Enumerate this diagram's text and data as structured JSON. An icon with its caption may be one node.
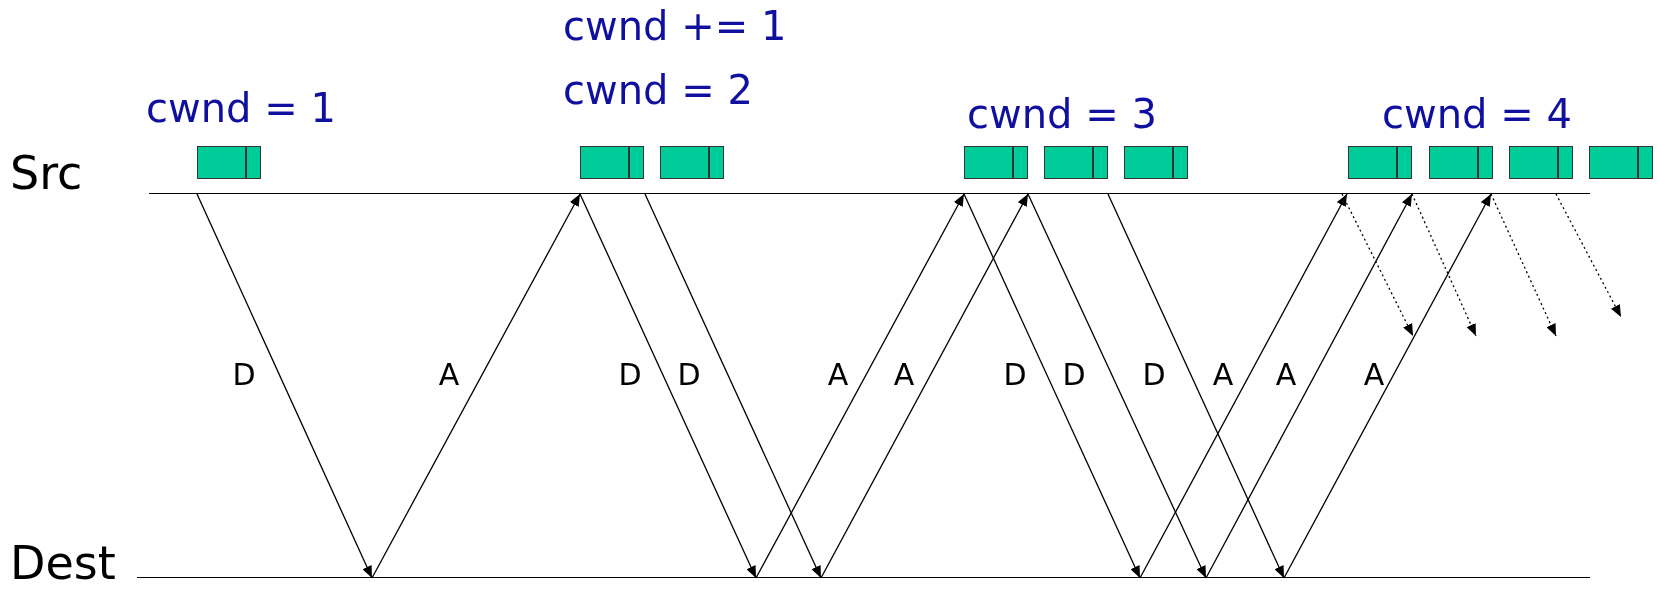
{
  "diagram": {
    "nodes": [
      {
        "text": [
          "Src"
        ]
      },
      {
        "text": [
          "Dest"
        ]
      },
      {
        "text": [],
        "shape": "box"
      },
      {
        "text": [],
        "shape": "box"
      },
      {
        "text": [],
        "shape": "box"
      },
      {
        "text": [],
        "shape": "box"
      },
      {
        "text": [],
        "shape": "box"
      },
      {
        "text": [],
        "shape": "box"
      },
      {
        "text": [],
        "shape": "box"
      },
      {
        "text": [],
        "shape": "box"
      },
      {
        "text": [],
        "shape": "box"
      },
      {
        "text": [],
        "shape": "box"
      }
    ],
    "edges": [
      {
        "from": 0,
        "to": 1,
        "arrow": "to",
        "label": "D"
      },
      {
        "from": 1,
        "to": 0,
        "arrow": "to",
        "label": "A"
      },
      {
        "from": 0,
        "to": 1,
        "arrow": "to",
        "label": "D"
      },
      {
        "from": 0,
        "to": 1,
        "arrow": "to",
        "label": "D"
      },
      {
        "from": 1,
        "to": 0,
        "arrow": "to",
        "label": "A"
      },
      {
        "from": 1,
        "to": 0,
        "arrow": "to",
        "label": "A"
      },
      {
        "from": 0,
        "to": 1,
        "arrow": "to",
        "label": "D"
      },
      {
        "from": 0,
        "to": 1,
        "arrow": "to",
        "label": "D"
      },
      {
        "from": 0,
        "to": 1,
        "arrow": "to",
        "label": "D"
      },
      {
        "from": 1,
        "to": 0,
        "arrow": "to",
        "label": "A"
      },
      {
        "from": 1,
        "to": 0,
        "arrow": "to",
        "label": "A"
      },
      {
        "from": 1,
        "to": 0,
        "arrow": "to",
        "label": "A"
      },
      {
        "from": 0,
        "to": null,
        "arrow": "to",
        "style": "dashed"
      },
      {
        "from": 0,
        "to": null,
        "arrow": "to",
        "style": "dashed"
      },
      {
        "from": 0,
        "to": null,
        "arrow": "to",
        "style": "dashed"
      },
      {
        "from": 0,
        "to": null,
        "arrow": "to",
        "style": "dashed"
      }
    ],
    "labels": [
      "cwnd += 1",
      "cwnd = 2",
      "cwnd = 1",
      "cwnd = 3",
      "cwnd = 4"
    ]
  }
}
